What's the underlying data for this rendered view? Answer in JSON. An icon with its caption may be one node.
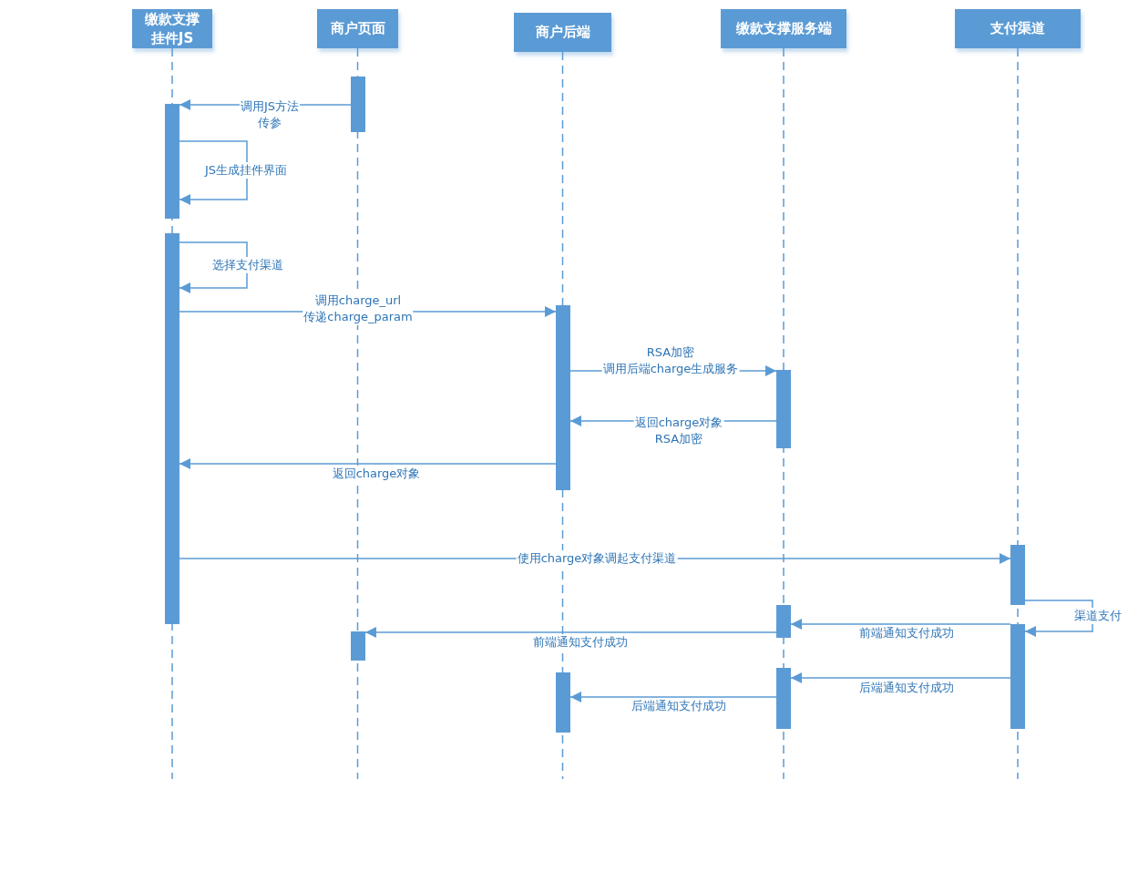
{
  "diagram": {
    "nodes": [
      {
        "text": [
          "缴款支撑挂件JS"
        ]
      },
      {
        "text": [
          "商户页面"
        ]
      },
      {
        "text": [
          "商户后端"
        ]
      },
      {
        "text": [
          "缴款支撑服务端"
        ]
      },
      {
        "text": [
          "支付渠道"
        ]
      },
      {
        "text": [],
        "shape": "bar"
      },
      {
        "text": [],
        "shape": "bar"
      },
      {
        "text": [],
        "shape": "bar"
      },
      {
        "text": [],
        "shape": "bar"
      },
      {
        "text": [],
        "shape": "bar"
      },
      {
        "text": [],
        "shape": "bar"
      },
      {
        "text": [],
        "shape": "bar"
      },
      {
        "text": [],
        "shape": "bar"
      },
      {
        "text": [],
        "shape": "bar"
      },
      {
        "text": [],
        "shape": "bar"
      },
      {
        "text": [],
        "shape": "bar"
      }
    ],
    "edges": [
      {
        "from": 5,
        "to": 6,
        "arrow": "to",
        "label": "调用JS方法传参"
      },
      {
        "from": 6,
        "to": 6,
        "arrow": "to",
        "label": "JS生成挂件界面"
      },
      {
        "from": 7,
        "to": 7,
        "arrow": "to",
        "label": "选择支付渠道"
      },
      {
        "from": 7,
        "to": 8,
        "arrow": "to",
        "label": "调用charge_url传递charge_param"
      },
      {
        "from": 8,
        "to": 9,
        "arrow": "to",
        "label": "RSA加密调用后端charge生成服务"
      },
      {
        "from": 9,
        "to": 8,
        "arrow": "to",
        "label": "返回charge对象RSA加密"
      },
      {
        "from": 8,
        "to": 7,
        "arrow": "to",
        "label": "返回charge对象"
      },
      {
        "from": 7,
        "to": 10,
        "arrow": "to",
        "label": "使用charge对象调起支付渠道"
      },
      {
        "from": 10,
        "to": 12,
        "arrow": "to",
        "label": "渠道支付"
      },
      {
        "from": 12,
        "to": 11,
        "arrow": "to",
        "label": "前端通知支付成功"
      },
      {
        "from": 11,
        "to": 13,
        "arrow": "to",
        "label": "前端通知支付成功"
      },
      {
        "from": 12,
        "to": 14,
        "arrow": "to",
        "label": "后端通知支付成功"
      },
      {
        "from": 14,
        "to": 15,
        "arrow": "to",
        "label": "后端通知支付成功"
      }
    ]
  }
}
